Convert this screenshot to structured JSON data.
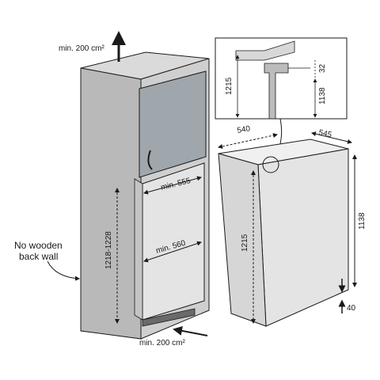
{
  "vent_top": "min. 200 cm²",
  "vent_bottom": "min. 200 cm²",
  "note_line1": "No wooden",
  "note_line2": "back wall",
  "dim_niche_depth": "min. 555",
  "dim_niche_width": "min. 560",
  "dim_niche_height": "1218-1228",
  "dim_detail_height": "1215",
  "dim_detail_gap": "32",
  "dim_detail_upper": "1138",
  "dim_width": "540",
  "dim_depth": "545",
  "dim_body_height": "1215",
  "dim_side_height": "1138",
  "dim_foot": "40",
  "colors": {
    "cabinet_front": "#b9b9b9",
    "cabinet_side": "#d2d2d2",
    "cabinet_top": "#dadada",
    "door_panel": "#9fa7ad",
    "niche_floor": "#c4c4c4",
    "appliance": "#e8e8e8",
    "line": "#1a1a1a"
  }
}
